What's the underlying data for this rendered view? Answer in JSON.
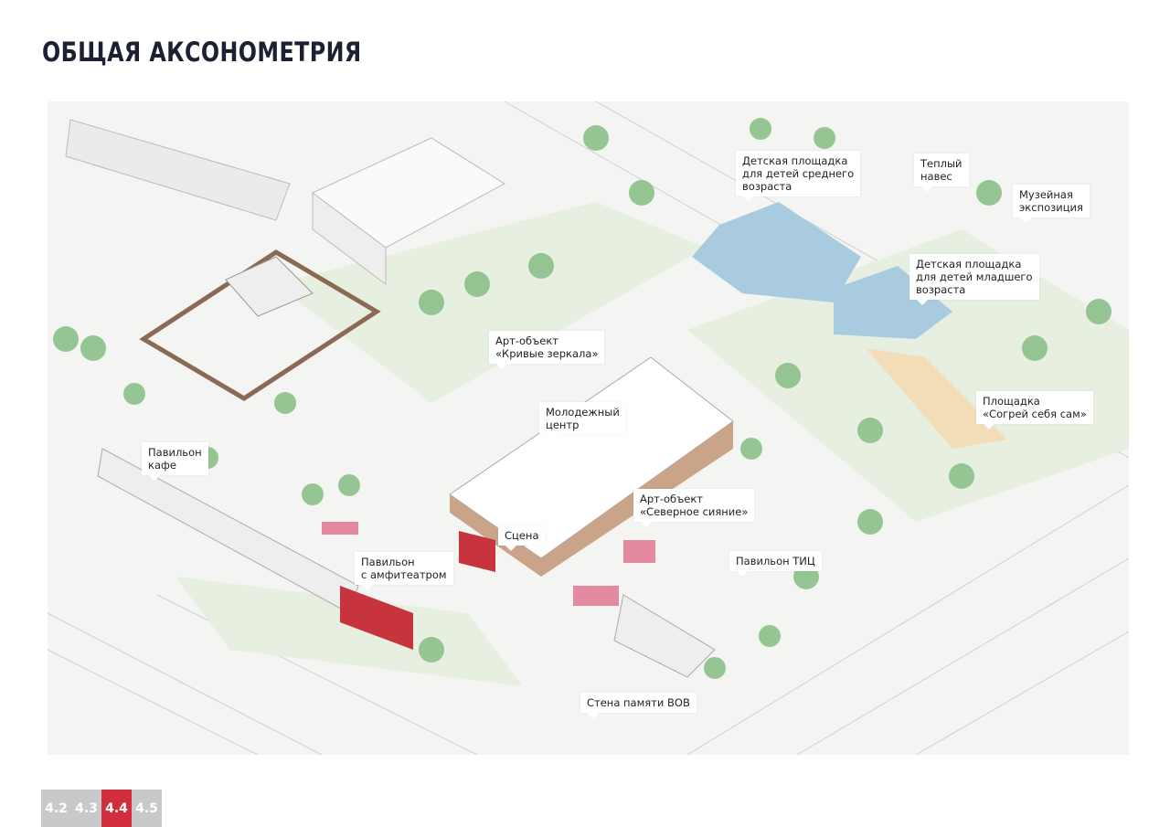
{
  "title": "ОБЩАЯ АКСОНОМЕТРИЯ",
  "labels": {
    "playground_mid": "Детская площадка\nдля детей среднего\nвозраста",
    "warm_canopy": "Теплый\nнавес",
    "museum": "Музейная\nэкспозиция",
    "playground_young": "Детская площадка\nдля детей младшего\nвозраста",
    "mirrors": "Арт-объект\n«Кривые зеркала»",
    "youth_center": "Молодежный\nцентр",
    "warm_yourself": "Площадка\n«Согрей себя сам»",
    "cafe": "Павильон\nкафе",
    "northern_lights": "Арт-объект\n«Северное сияние»",
    "stage": "Сцена",
    "amphitheater": "Павильон\nс амфитеатром",
    "tic": "Павильон ТИЦ",
    "memorial": "Стена памяти ВОВ"
  },
  "pages": [
    {
      "label": "4.2",
      "active": false
    },
    {
      "label": "4.3",
      "active": false
    },
    {
      "label": "4.4",
      "active": true
    },
    {
      "label": "4.5",
      "active": false
    }
  ],
  "colors": {
    "accent": "#d12d3d",
    "title": "#1d1f33",
    "nav_inactive": "#c9c9cb",
    "tree": "#8cc08a",
    "water": "#a9cbe0",
    "sand": "#f3ddb8"
  }
}
